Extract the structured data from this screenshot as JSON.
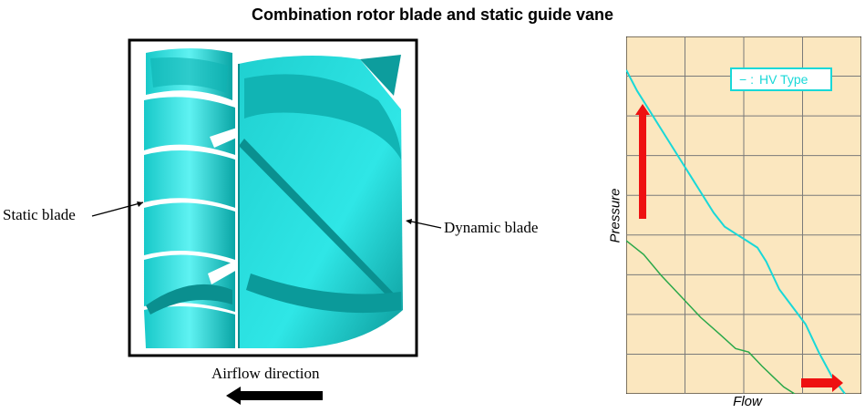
{
  "title": "Combination rotor blade and static guide vane",
  "diagram": {
    "static_label": "Static blade",
    "dynamic_label": "Dynamic blade",
    "airflow_label": "Airflow direction"
  },
  "chart": {
    "legend": "HV Type",
    "legend_symbol": "− :",
    "xlabel": "Flow",
    "ylabel": "Pressure",
    "colors": {
      "background": "#fbe7bf",
      "grid": "#7a7a7a",
      "hv_type_line": "#19d8d8",
      "lower_line": "#2aa84a",
      "arrow": "#ee1111"
    }
  },
  "chart_data": {
    "type": "line",
    "xlabel": "Flow",
    "ylabel": "Pressure",
    "grid": true,
    "legend_position": "top-right",
    "series": [
      {
        "name": "HV Type",
        "x": [
          0.0,
          0.05,
          0.12,
          0.2,
          0.3,
          0.4,
          0.45,
          0.5,
          0.55,
          0.6,
          0.64,
          0.7,
          0.76,
          0.82,
          0.88,
          0.94,
          1.0
        ],
        "y": [
          0.93,
          0.87,
          0.8,
          0.72,
          0.62,
          0.52,
          0.48,
          0.46,
          0.44,
          0.42,
          0.38,
          0.3,
          0.25,
          0.2,
          0.12,
          0.05,
          0.0
        ]
      },
      {
        "x": [
          0.0,
          0.08,
          0.16,
          0.25,
          0.34,
          0.43,
          0.5,
          0.56,
          0.62,
          0.67,
          0.72,
          0.77
        ],
        "y": [
          0.44,
          0.4,
          0.34,
          0.28,
          0.22,
          0.17,
          0.13,
          0.12,
          0.08,
          0.05,
          0.02,
          0.0
        ]
      }
    ]
  }
}
